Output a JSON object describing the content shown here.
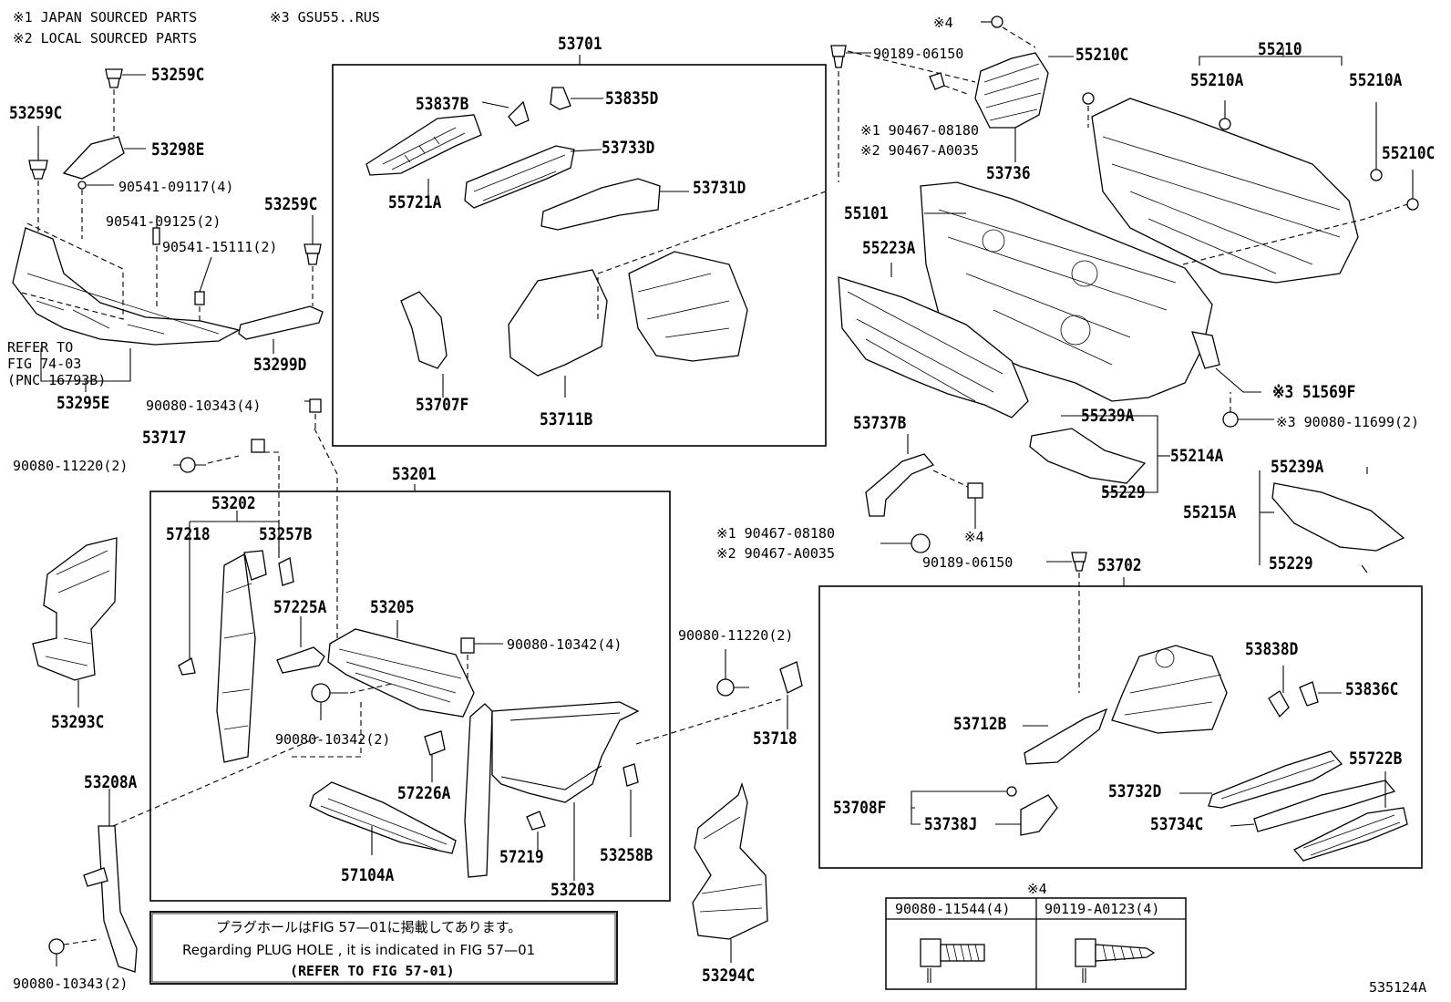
{
  "notes": {
    "n1": "※1 JAPAN SOURCED PARTS",
    "n2": "※2 LOCAL SOURCED PARTS",
    "n3": "※3 GSU55..RUS"
  },
  "refer": {
    "l1": "REFER TO",
    "l2": "FIG 74-03",
    "l3": "(PNC 16793B)"
  },
  "plug_note": {
    "jp": "プラグホールはFIG 57—01に掲載してあります。",
    "en": "Regarding  PLUG  HOLE , it is indicated in FIG  57—01",
    "ref": "(REFER TO FIG 57-01)"
  },
  "fastener_table": {
    "marker": "※4",
    "col1": "90080-11544(4)",
    "col2": "90119-A0123(4)"
  },
  "figure_id": "535124A",
  "labels": {
    "p53259C_a": "53259C",
    "p53259C_b": "53259C",
    "p53259C_c": "53259C",
    "p53298E": "53298E",
    "p90541_09117": "90541-09117(4)",
    "p90541_09125": "90541-09125(2)",
    "p90541_15111": "90541-15111(2)",
    "p53299D": "53299D",
    "p53295E": "53295E",
    "p53701": "53701",
    "p53837B": "53837B",
    "p53835D": "53835D",
    "p53733D": "53733D",
    "p55721A": "55721A",
    "p53731D": "53731D",
    "p53707F": "53707F",
    "p53711B": "53711B",
    "p90080_10343_4": "90080-10343(4)",
    "p53717": "53717",
    "p90080_11220_a": "90080-11220(2)",
    "p53201": "53201",
    "p53202": "53202",
    "p57218": "57218",
    "p53257B": "53257B",
    "p57225A": "57225A",
    "p53205": "53205",
    "p90080_10342_4": "90080-10342(4)",
    "p90080_10342_2": "90080-10342(2)",
    "p57226A": "57226A",
    "p57104A": "57104A",
    "p57219": "57219",
    "p53203": "53203",
    "p53258B": "53258B",
    "p53293C": "53293C",
    "p53208A": "53208A",
    "p90080_10343_2": "90080-10343(2)",
    "p90080_11220_b": "90080-11220(2)",
    "p53718": "53718",
    "p53294C": "53294C",
    "p_star4_top": "※4",
    "p90189_06150_a": "90189-06150",
    "p55210C_a": "55210C",
    "p90467_08180_a": "※1  90467-08180",
    "p90467_A0035_a": "※2  90467-A0035",
    "p53736": "53736",
    "p55210": "55210",
    "p55210A_a": "55210A",
    "p55210A_b": "55210A",
    "p55210C_b": "55210C",
    "p55101": "55101",
    "p55223A": "55223A",
    "p51569F": "※3 51569F",
    "p90080_11699": "※3 90080-11699(2)",
    "p53737B": "53737B",
    "p55239A_a": "55239A",
    "p55214A": "55214A",
    "p55229_a": "55229",
    "p55239A_b": "55239A",
    "p55215A": "55215A",
    "p55229_b": "55229",
    "p90467_08180_b": "※1  90467-08180",
    "p90467_A0035_b": "※2  90467-A0035",
    "p_star4_mid": "※4",
    "p90189_06150_b": "90189-06150",
    "p53702": "53702",
    "p53838D": "53838D",
    "p53836C": "53836C",
    "p53712B": "53712B",
    "p55722B": "55722B",
    "p53732D": "53732D",
    "p53708F": "53708F",
    "p53738J": "53738J",
    "p53734C": "53734C"
  }
}
